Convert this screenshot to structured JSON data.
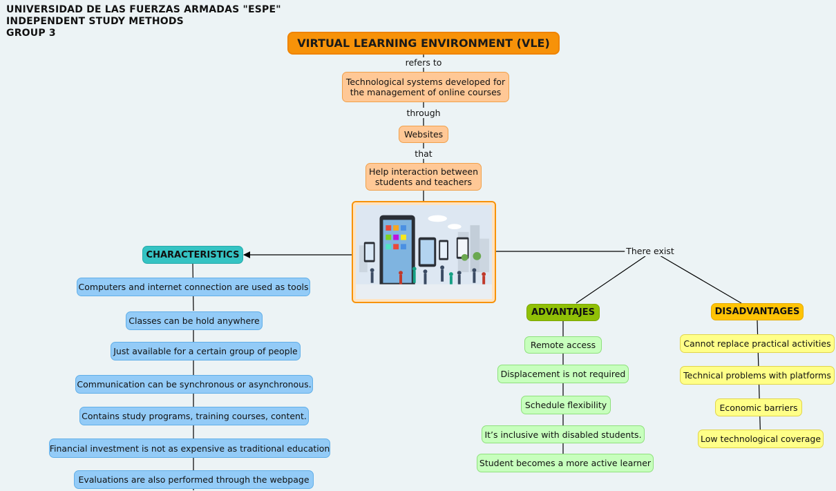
{
  "header": {
    "line1": "UNIVERSIDAD DE LAS FUERZAS ARMADAS \"ESPE\"",
    "line2": "INDEPENDENT STUDY METHODS",
    "line3": "GROUP 3"
  },
  "main_topic": "VIRTUAL LEARNING ENVIRONMENT (VLE)",
  "chain": {
    "label_refers": "refers to",
    "node_systems": "Technological systems developed for\nthe management of online courses",
    "label_through": "through",
    "node_websites": "Websites",
    "label_that": "that",
    "node_help": "Help interaction between\nstudents and teachers"
  },
  "picture_icon": "vle-illustration-icon",
  "characteristics": {
    "title": "CHARACTERISTICS",
    "items": [
      "Computers and internet connection are used as tools",
      "Classes can be hold anywhere",
      "Just available for a certain group of people",
      "Communication can be synchronous or asynchronous.",
      "Contains study programs, training courses, content.",
      "Financial investment is not as expensive as traditional education",
      "Evaluations are also performed through the webpage"
    ]
  },
  "label_there_exist": "There exist",
  "advantages": {
    "title": "ADVANTAJES",
    "items": [
      "Remote access",
      "Displacement is not required",
      "Schedule flexibility",
      "It’s inclusive with disabled students.",
      "Student becomes a more active learner"
    ]
  },
  "disadvantages": {
    "title": "DISADVANTAGES",
    "items": [
      "Cannot replace practical activities",
      "Technical problems with platforms",
      "Economic barriers",
      "Low technological coverage"
    ]
  },
  "colors": {
    "main": "#f79209",
    "chain": "#ffc896",
    "characteristics_head": "#35c3c3",
    "characteristics_item": "#93cbf7",
    "advantages_head": "#90c006",
    "advantages_item": "#c7ffbd",
    "disadvantages_head": "#ffc305",
    "disadvantages_item": "#ffff88"
  }
}
